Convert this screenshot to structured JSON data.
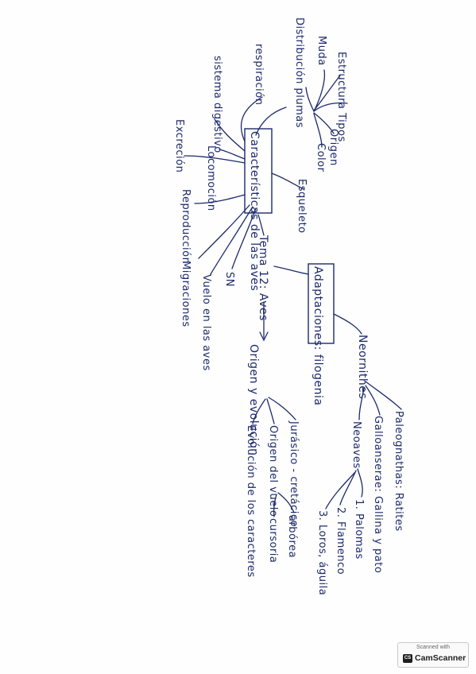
{
  "diagram": {
    "nodes": {
      "center": "Tema 12: Aves",
      "caracteristicas": "Características de las aves",
      "adaptaciones": "Adaptaciones: filogenia",
      "origen": "Origen y evolución",
      "neornithes": "Neornithes",
      "paleognatas": "Paleognathas: Ratites",
      "galloanserae": "Galloanserae: Gallina y pato",
      "neoaves": "Neoaves",
      "neo1": "1. Palomas",
      "neo2": "2. Flamenco",
      "neo3": "3. Loros, águila",
      "jurasico": "Jurásico - cretácico",
      "origen_vuelo": "Origen del vuelo",
      "arborea": "arbórea",
      "cursoria": "cursoria",
      "evolucion_caracteres": "Evolución de los caracteres",
      "plumas": "Distribución plumas",
      "tipos": "Estructura Tipos",
      "muda": "Muda",
      "origen_pluma": "Origen",
      "color": "Color",
      "respiracion": "respiración",
      "digestivo": "sistema digestivo",
      "excrecion": "Excreción",
      "locomocion": "Locomoción",
      "reproduccion": "Reproducción",
      "migraciones": "Migraciones",
      "esqueleto": "Esqueleto",
      "sn": "SN",
      "vuelo": "Vuelo en las aves"
    }
  },
  "watermark": {
    "scanned_with": "Scanned with",
    "app": "CamScanner",
    "logo_text": "CS"
  }
}
